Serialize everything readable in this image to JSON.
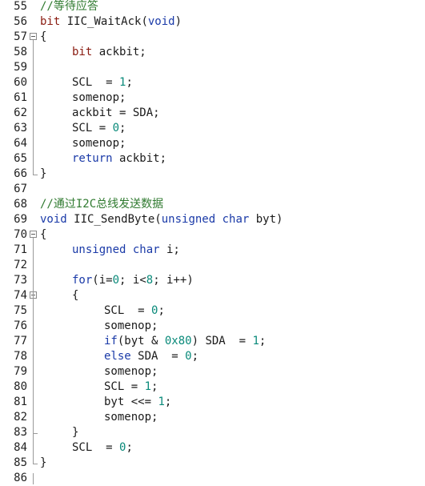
{
  "editor": {
    "lines": [
      {
        "n": "55",
        "fold": "",
        "indent": 0,
        "tokens": [
          {
            "t": "cm",
            "s": "//等待应答"
          }
        ]
      },
      {
        "n": "56",
        "fold": "",
        "indent": 0,
        "tokens": [
          {
            "t": "kw",
            "s": "bit"
          },
          {
            "t": "id",
            "s": " IIC_WaitAck("
          },
          {
            "t": "type",
            "s": "void"
          },
          {
            "t": "id",
            "s": ")"
          }
        ]
      },
      {
        "n": "57",
        "fold": "open",
        "indent": 0,
        "tokens": [
          {
            "t": "id",
            "s": "{"
          }
        ]
      },
      {
        "n": "58",
        "fold": "",
        "indent": 1,
        "tokens": [
          {
            "t": "kw",
            "s": "bit"
          },
          {
            "t": "id",
            "s": " ackbit;"
          }
        ]
      },
      {
        "n": "59",
        "fold": "",
        "indent": 0,
        "tokens": []
      },
      {
        "n": "60",
        "fold": "",
        "indent": 1,
        "tokens": [
          {
            "t": "id",
            "s": "SCL  = "
          },
          {
            "t": "num",
            "s": "1"
          },
          {
            "t": "id",
            "s": ";"
          }
        ]
      },
      {
        "n": "61",
        "fold": "",
        "indent": 1,
        "tokens": [
          {
            "t": "id",
            "s": "somenop;"
          }
        ]
      },
      {
        "n": "62",
        "fold": "",
        "indent": 1,
        "tokens": [
          {
            "t": "id",
            "s": "ackbit = SDA;"
          }
        ]
      },
      {
        "n": "63",
        "fold": "",
        "indent": 1,
        "tokens": [
          {
            "t": "id",
            "s": "SCL = "
          },
          {
            "t": "num",
            "s": "0"
          },
          {
            "t": "id",
            "s": ";"
          }
        ]
      },
      {
        "n": "64",
        "fold": "",
        "indent": 1,
        "tokens": [
          {
            "t": "id",
            "s": "somenop;"
          }
        ]
      },
      {
        "n": "65",
        "fold": "",
        "indent": 1,
        "tokens": [
          {
            "t": "type",
            "s": "return"
          },
          {
            "t": "id",
            "s": " ackbit;"
          }
        ]
      },
      {
        "n": "66",
        "fold": "end",
        "indent": 0,
        "tokens": [
          {
            "t": "id",
            "s": "}"
          }
        ]
      },
      {
        "n": "67",
        "fold": "",
        "indent": 0,
        "tokens": []
      },
      {
        "n": "68",
        "fold": "",
        "indent": 0,
        "tokens": [
          {
            "t": "cm",
            "s": "//通过I2C总线发送数据"
          }
        ]
      },
      {
        "n": "69",
        "fold": "",
        "indent": 0,
        "tokens": [
          {
            "t": "type",
            "s": "void"
          },
          {
            "t": "id",
            "s": " IIC_SendByte("
          },
          {
            "t": "type",
            "s": "unsigned char"
          },
          {
            "t": "id",
            "s": " byt)"
          }
        ]
      },
      {
        "n": "70",
        "fold": "open",
        "indent": 0,
        "tokens": [
          {
            "t": "id",
            "s": "{"
          }
        ]
      },
      {
        "n": "71",
        "fold": "",
        "indent": 1,
        "tokens": [
          {
            "t": "type",
            "s": "unsigned char"
          },
          {
            "t": "id",
            "s": " i;"
          }
        ]
      },
      {
        "n": "72",
        "fold": "",
        "indent": 0,
        "tokens": []
      },
      {
        "n": "73",
        "fold": "",
        "indent": 1,
        "tokens": [
          {
            "t": "type",
            "s": "for"
          },
          {
            "t": "id",
            "s": "(i="
          },
          {
            "t": "num",
            "s": "0"
          },
          {
            "t": "id",
            "s": "; i<"
          },
          {
            "t": "num",
            "s": "8"
          },
          {
            "t": "id",
            "s": "; i++)"
          }
        ]
      },
      {
        "n": "74",
        "fold": "open",
        "indent": 1,
        "tokens": [
          {
            "t": "id",
            "s": "{"
          }
        ]
      },
      {
        "n": "75",
        "fold": "",
        "indent": 2,
        "tokens": [
          {
            "t": "id",
            "s": "SCL  = "
          },
          {
            "t": "num",
            "s": "0"
          },
          {
            "t": "id",
            "s": ";"
          }
        ]
      },
      {
        "n": "76",
        "fold": "",
        "indent": 2,
        "tokens": [
          {
            "t": "id",
            "s": "somenop;"
          }
        ]
      },
      {
        "n": "77",
        "fold": "",
        "indent": 2,
        "tokens": [
          {
            "t": "type",
            "s": "if"
          },
          {
            "t": "id",
            "s": "(byt & "
          },
          {
            "t": "num",
            "s": "0x80"
          },
          {
            "t": "id",
            "s": ") SDA  = "
          },
          {
            "t": "num",
            "s": "1"
          },
          {
            "t": "id",
            "s": ";"
          }
        ]
      },
      {
        "n": "78",
        "fold": "",
        "indent": 2,
        "tokens": [
          {
            "t": "type",
            "s": "else"
          },
          {
            "t": "id",
            "s": " SDA  = "
          },
          {
            "t": "num",
            "s": "0"
          },
          {
            "t": "id",
            "s": ";"
          }
        ]
      },
      {
        "n": "79",
        "fold": "",
        "indent": 2,
        "tokens": [
          {
            "t": "id",
            "s": "somenop;"
          }
        ]
      },
      {
        "n": "80",
        "fold": "",
        "indent": 2,
        "tokens": [
          {
            "t": "id",
            "s": "SCL = "
          },
          {
            "t": "num",
            "s": "1"
          },
          {
            "t": "id",
            "s": ";"
          }
        ]
      },
      {
        "n": "81",
        "fold": "",
        "indent": 2,
        "tokens": [
          {
            "t": "id",
            "s": "byt <<= "
          },
          {
            "t": "num",
            "s": "1"
          },
          {
            "t": "id",
            "s": ";"
          }
        ]
      },
      {
        "n": "82",
        "fold": "",
        "indent": 2,
        "tokens": [
          {
            "t": "id",
            "s": "somenop;"
          }
        ]
      },
      {
        "n": "83",
        "fold": "end",
        "indent": 1,
        "tokens": [
          {
            "t": "id",
            "s": "}"
          }
        ]
      },
      {
        "n": "84",
        "fold": "",
        "indent": 1,
        "tokens": [
          {
            "t": "id",
            "s": "SCL  = "
          },
          {
            "t": "num",
            "s": "0"
          },
          {
            "t": "id",
            "s": ";"
          }
        ]
      },
      {
        "n": "85",
        "fold": "end",
        "indent": 0,
        "tokens": [
          {
            "t": "id",
            "s": "}"
          }
        ]
      },
      {
        "n": "86",
        "fold": "",
        "indent": 0,
        "tokens": []
      }
    ],
    "colors": {
      "keyword": "#8a1b10",
      "type": "#1a3aa8",
      "number": "#0a8a7a",
      "comment": "#2f7a2f",
      "text": "#1a1a1a"
    }
  }
}
